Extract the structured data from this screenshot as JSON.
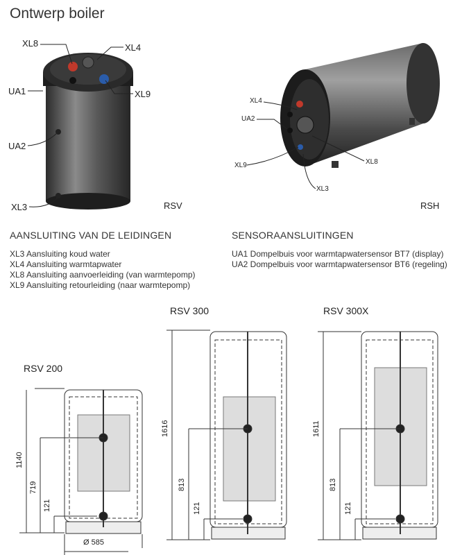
{
  "title": "Ontwerp boiler",
  "rsv_photo": {
    "name": "RSV",
    "labels": {
      "xl8": "XL8",
      "xl4": "XL4",
      "ua1": "UA1",
      "xl9": "XL9",
      "ua2": "UA2",
      "xl3": "XL3"
    }
  },
  "rsh_photo": {
    "name": "RSH",
    "labels": {
      "xl4": "XL4",
      "ua2": "UA2",
      "xl8": "XL8",
      "xl9": "XL9",
      "xl3": "XL3"
    }
  },
  "connections": {
    "heading": "AANSLUITING VAN DE LEIDINGEN",
    "items": [
      "XL3 Aansluiting koud water",
      "XL4 Aansluiting warmtapwater",
      "XL8 Aansluiting aanvoerleiding (van warmtepomp)",
      "XL9 Aansluiting retourleiding (naar warmtepomp)"
    ]
  },
  "sensors": {
    "heading": "SENSORAANSLUITINGEN",
    "items": [
      "UA1 Dompelbuis voor warmtapwatersensor BT7 (display)",
      "UA2 Dompelbuis voor warmtapwatersensor BT6 (regeling)"
    ]
  },
  "drawings": [
    {
      "name": "RSV 200",
      "height": "1140",
      "mid": "719",
      "low": "121",
      "diameter": "Ø 585"
    },
    {
      "name": "RSV 300",
      "height": "1616",
      "mid": "813",
      "low": "121"
    },
    {
      "name": "RSV 300X",
      "height": "1611",
      "mid": "813",
      "low": "121"
    }
  ],
  "colors": {
    "tank": "#4a4a4a",
    "red": "#c0392b",
    "blue": "#2a5caa"
  }
}
